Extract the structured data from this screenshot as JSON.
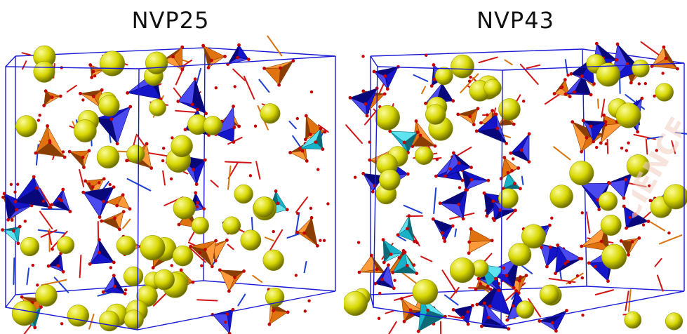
{
  "panels": [
    {
      "title": "NVP25",
      "seed": 25,
      "counts": {
        "blue": 16,
        "orange": 26,
        "cyan": 4,
        "spheres": 46,
        "dots": 60
      }
    },
    {
      "title": "NVP43",
      "seed": 43,
      "counts": {
        "blue": 38,
        "orange": 22,
        "cyan": 7,
        "spheres": 42,
        "dots": 55
      }
    }
  ],
  "colors": {
    "frame": "#1a1ad6",
    "blue": "#1414c8",
    "blue_light": "#4a4af0",
    "blue_dark": "#08087a",
    "orange": "#e0720f",
    "orange_light": "#ff9a3a",
    "orange_dark": "#8a3e04",
    "cyan": "#17b2c8",
    "cyan_light": "#5fe3f0",
    "cyan_dark": "#0a6a78",
    "sphere_light": "#fbfb9a",
    "sphere": "#d7d700",
    "sphere_dark": "#6e6e00",
    "bond_red": "#d21414",
    "bond_blue": "#1d3fd1",
    "bond_orange": "#d9730e",
    "atom_red": "#c40000"
  },
  "watermark": "SCIENCE"
}
